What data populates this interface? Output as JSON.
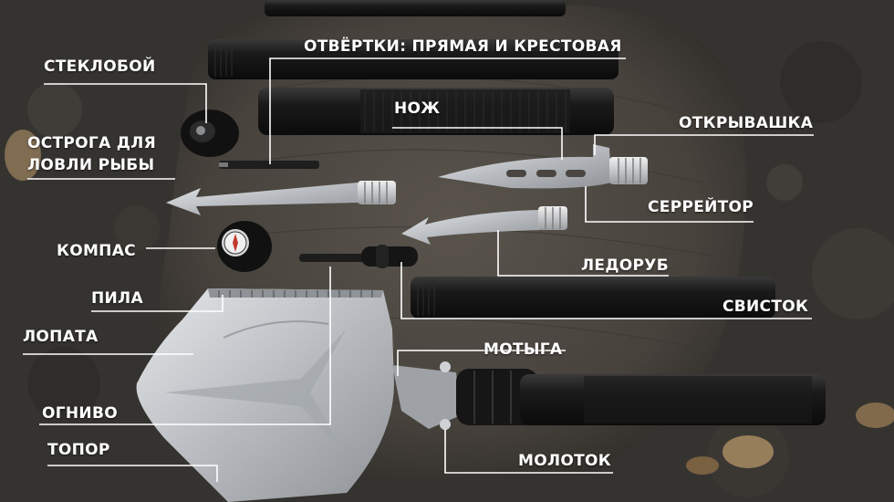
{
  "labels": {
    "glass_breaker": "СТЕКЛОБОЙ",
    "screwdrivers": "ОТВЁРТКИ: ПРЯМАЯ И КРЕСТОВАЯ",
    "knife": "НОЖ",
    "bottle_opener": "ОТКРЫВАШКА",
    "fish_spear_line1": "ОСТРОГА ДЛЯ",
    "fish_spear_line2": "ЛОВЛИ РЫБЫ",
    "serrator": "СЕРРЕЙТОР",
    "compass": "КОМПАС",
    "ice_axe": "ЛЕДОРУБ",
    "saw": "ПИЛА",
    "whistle": "СВИСТОК",
    "shovel": "ЛОПАТА",
    "hoe": "МОТЫГА",
    "fire_starter": "ОГНИВО",
    "axe": "ТОПОР",
    "hammer": "МОЛОТОК"
  },
  "colors": {
    "label_text": "#ffffff",
    "leader_line": "#ffffff",
    "ground": "#3a3835",
    "stump": "#4a4540",
    "metal_black": "#141414",
    "steel": "#c9cccf"
  }
}
